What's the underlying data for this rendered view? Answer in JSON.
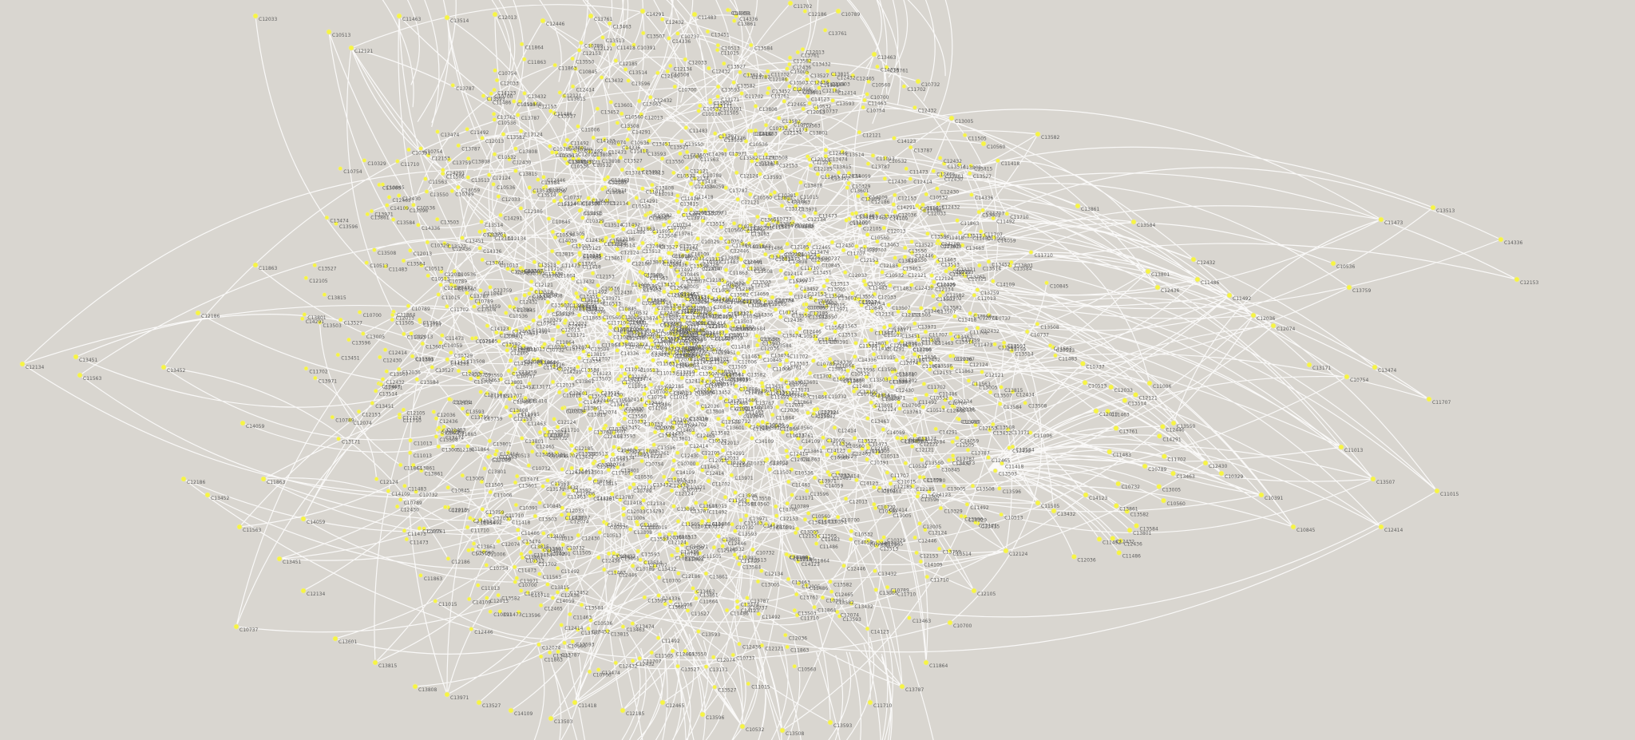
{
  "graph": {
    "colors": {
      "background": "#d9d6d0",
      "edge": "#ffffff",
      "node": "#f7f542",
      "label": "#5e5e5e"
    },
    "visible_labels": [
      "C10732",
      "C13005",
      "C10560",
      "C13582",
      "C13861",
      "C13584",
      "C13801",
      "C12436",
      "C12432",
      "C11486",
      "C11492",
      "C12036",
      "C12074",
      "C13171",
      "C10754",
      "C13474",
      "C13759",
      "C10536",
      "C11473",
      "C13513",
      "C14336",
      "C12153",
      "C11707",
      "C11015",
      "C12414",
      "C13507",
      "C11013",
      "C10845",
      "C10391",
      "C10329",
      "C12430",
      "C13550",
      "C11006",
      "C14123",
      "C13432",
      "C11505",
      "C12124",
      "C12105",
      "C10700",
      "C11864",
      "C13787",
      "C11710",
      "C13593",
      "C13508",
      "C10532",
      "C13596",
      "C12465",
      "C12185",
      "C11418",
      "C13503",
      "C14109",
      "C13527",
      "C13971",
      "C13808",
      "C13815",
      "C13601",
      "C12134",
      "C13451",
      "C11563",
      "C13452",
      "C12186",
      "C11863",
      "C14059",
      "C10737",
      "C12033",
      "C10513",
      "C12121",
      "C11463",
      "C13514",
      "C12013",
      "C12446",
      "C13761",
      "C14291",
      "C11483",
      "C11702",
      "C10789",
      "C13463"
    ]
  }
}
